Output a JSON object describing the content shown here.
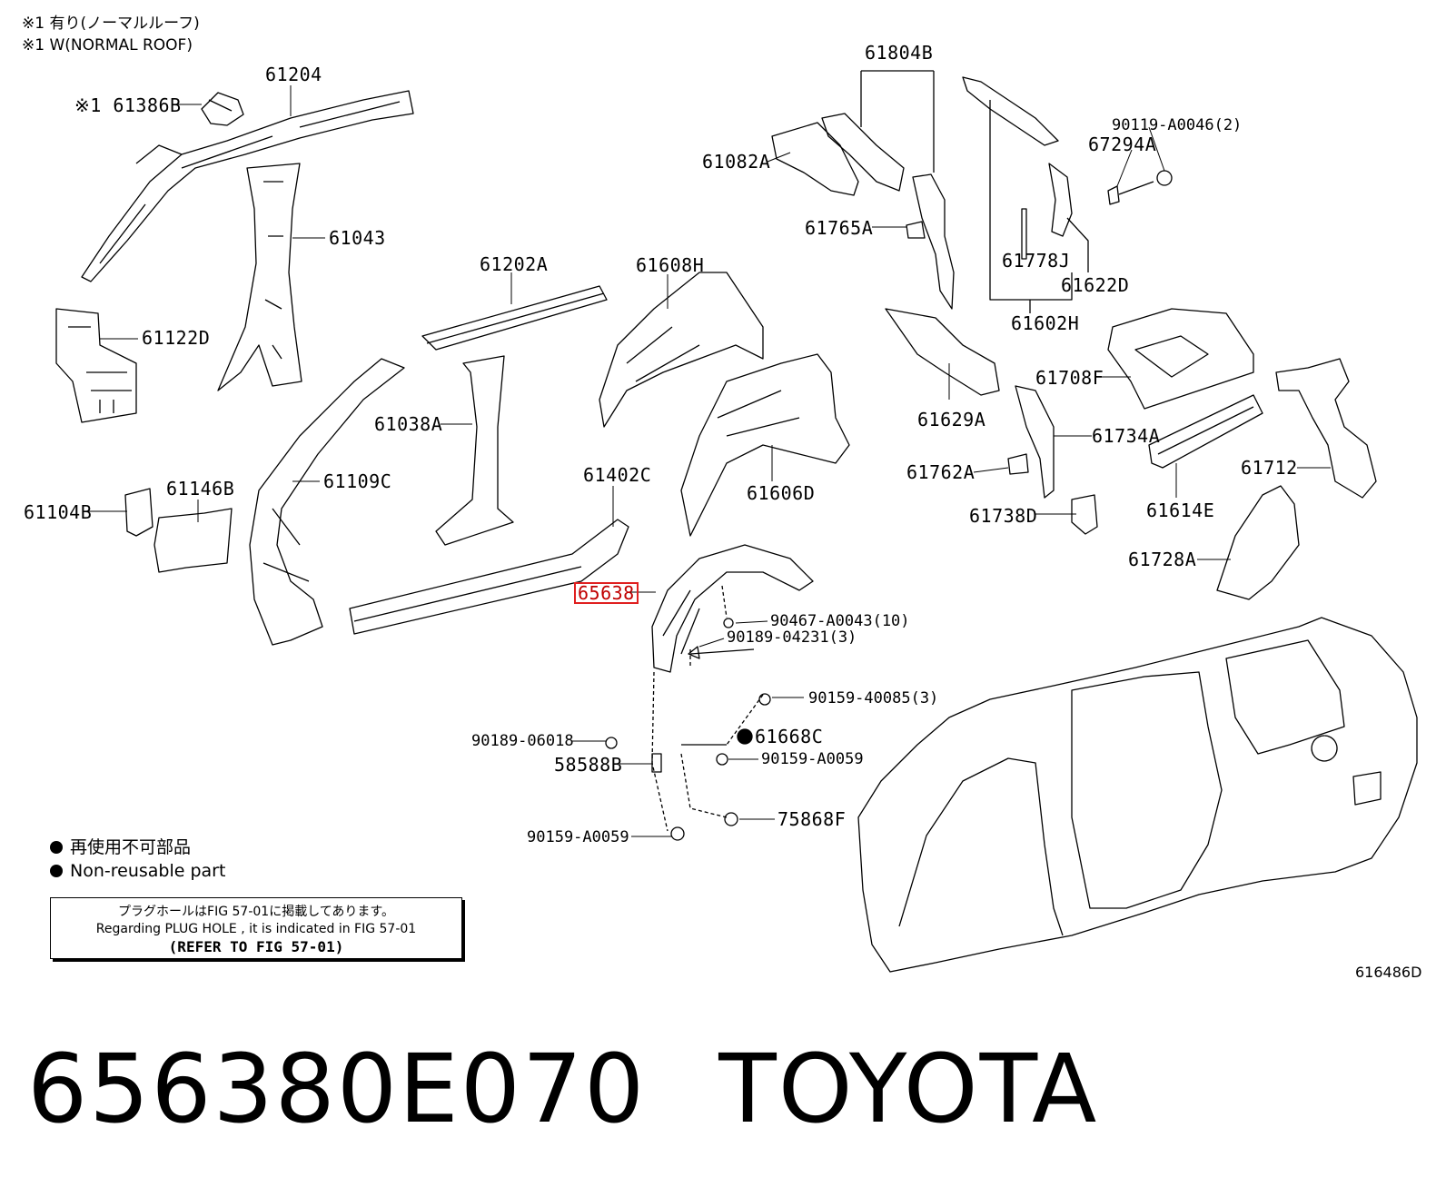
{
  "notes": {
    "line1": "※1 有り(ノーマルルーフ)",
    "line2": "※1 W(NORMAL ROOF)"
  },
  "labels": {
    "p61386B": "※1 61386B",
    "p61204": "61204",
    "p61043": "61043",
    "p61122D": "61122D",
    "p61202A": "61202A",
    "p61038A": "61038A",
    "p61109C": "61109C",
    "p61146B": "61146B",
    "p61104B": "61104B",
    "p61608H": "61608H",
    "p61402C": "61402C",
    "p61606D": "61606D",
    "p65638": "65638",
    "p61804B": "61804B",
    "p61082A": "61082A",
    "p61765A": "61765A",
    "p90119": "90119-A0046(2)",
    "p67294A": "67294A",
    "p61778J": "61778J",
    "p61622D": "61622D",
    "p61602H": "61602H",
    "p61629A": "61629A",
    "p61708F": "61708F",
    "p61734A": "61734A",
    "p61762A": "61762A",
    "p61738D": "61738D",
    "p61614E": "61614E",
    "p61712": "61712",
    "p61728A": "61728A",
    "p90467": "90467-A0043(10)",
    "p90189_04231": "90189-04231(3)",
    "p90159_40085": "90159-40085(3)",
    "p61668C": "61668C",
    "p90189_06018": "90189-06018",
    "p58588B": "58588B",
    "p90159_A0059a": "90159-A0059",
    "p75868F": "75868F",
    "p90159_A0059b": "90159-A0059"
  },
  "legend": {
    "jp": "再使用不可部品",
    "en": "Non-reusable part"
  },
  "refbox": {
    "line1": "プラグホールはFIG 57-01に掲載してあります。",
    "line2": "Regarding PLUG HOLE , it is indicated in FIG 57-01",
    "line3": "(REFER TO FIG 57-01)"
  },
  "figure_id": "616486D",
  "title": {
    "part_number": "656380E070",
    "brand": "TOYOTA"
  },
  "colors": {
    "highlight": "#e02020",
    "ink": "#000000"
  }
}
